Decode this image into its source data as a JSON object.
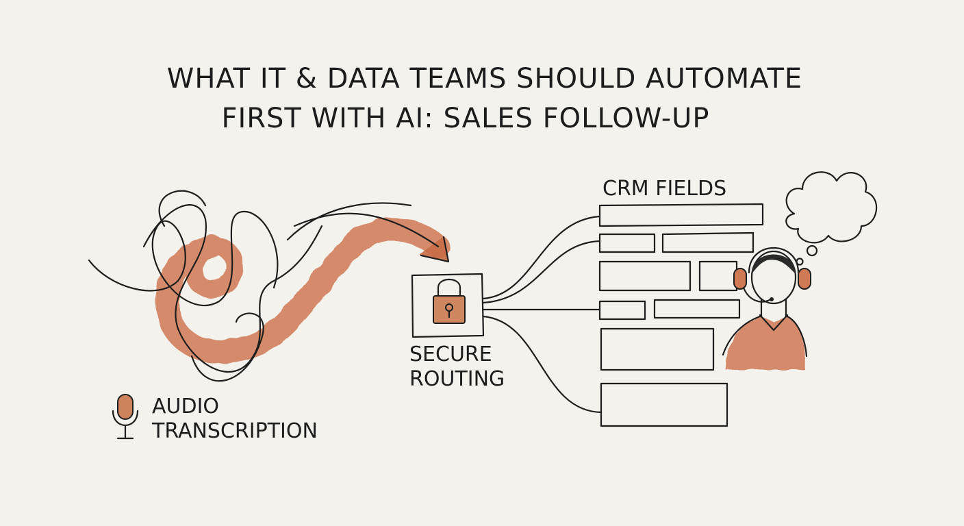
{
  "title": {
    "line1": "What IT & Data Teams Should Automate",
    "line2": "First with AI: Sales Follow-Up"
  },
  "nodes": {
    "audio": {
      "label_line1": "Audio",
      "label_line2": "Transcription",
      "icon": "microphone-icon"
    },
    "routing": {
      "label_line1": "Secure",
      "label_line2": "Routing",
      "icon": "padlock-icon"
    },
    "crm": {
      "label": "CRM Fields"
    },
    "agent": {
      "icon": "headset-agent-icon",
      "thought": "thought-bubble-icon"
    }
  },
  "colors": {
    "ink": "#1e1e1e",
    "accent": "#d07a55",
    "paper": "#f4f2ec"
  }
}
